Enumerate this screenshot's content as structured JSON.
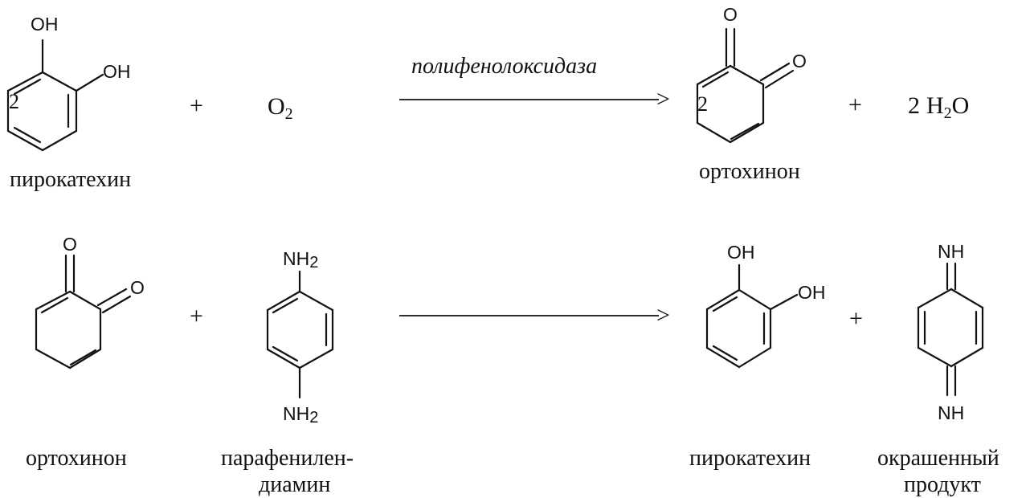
{
  "reaction1": {
    "reactant1": {
      "atoms": {
        "oh_top": "OH",
        "oh_right": "OH"
      },
      "coef": "2",
      "name": "пирокатехин"
    },
    "plus1": "+",
    "reactant2": {
      "formula_main": "O",
      "formula_sub": "2"
    },
    "enzyme": "полифенолоксидаза",
    "arrowhead": ">",
    "product1": {
      "atoms": {
        "o_top": "O",
        "o_right": "O"
      },
      "coef": "2",
      "name": "ортохинон"
    },
    "plus2": "+",
    "product2": {
      "coef": "2",
      "h": "H",
      "sub": "2",
      "o": "O"
    }
  },
  "reaction2": {
    "reactant1": {
      "atoms": {
        "o_top": "O",
        "o_right": "O"
      },
      "name": "ортохинон"
    },
    "plus1": "+",
    "reactant2": {
      "atoms": {
        "nh2_top": "NH",
        "nh2_top_sub": "2",
        "nh2_bottom": "NH",
        "nh2_bottom_sub": "2"
      },
      "name_line1": "парафенилен-",
      "name_line2": "диамин"
    },
    "arrowhead": ">",
    "product1": {
      "atoms": {
        "oh_top": "OH",
        "oh_right": "OH"
      },
      "name": "пирокатехин"
    },
    "plus2": "+",
    "product2": {
      "atoms": {
        "nh_top": "NH",
        "nh_bottom": "NH"
      },
      "name_line1": "окрашенный",
      "name_line2": "продукт"
    }
  }
}
